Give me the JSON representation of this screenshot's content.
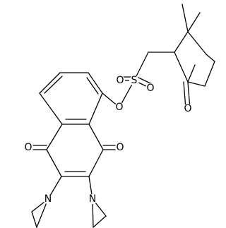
{
  "atom_labels": {
    "oxygen_ester": "O",
    "sulfur": "S",
    "oxygen_sulfonyl_left": "O",
    "oxygen_sulfonyl_right": "O",
    "oxygen_ketone": "O",
    "oxygen_quinone_left": "O",
    "oxygen_quinone_right": "O",
    "nitrogen_left": "N",
    "nitrogen_right": "N"
  }
}
